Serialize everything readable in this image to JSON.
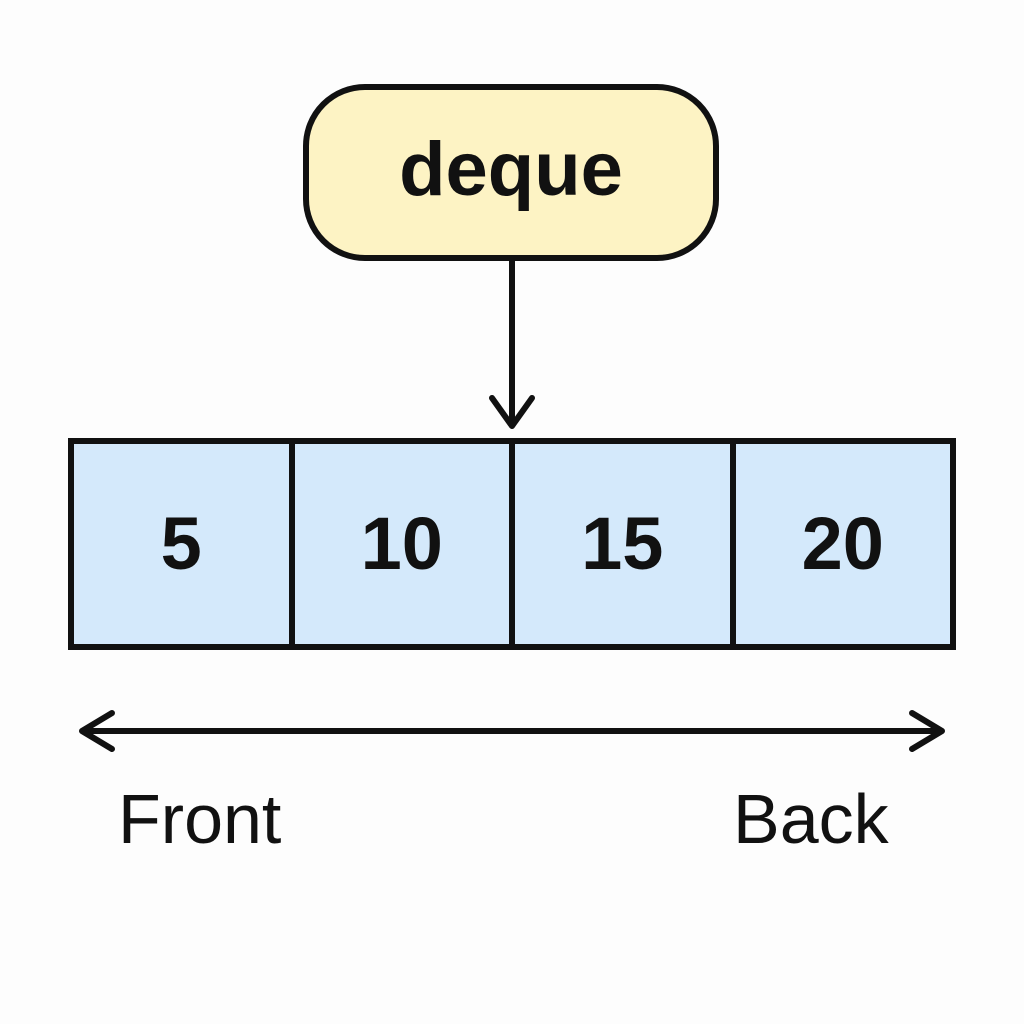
{
  "title": "deque",
  "elements": [
    {
      "value": "5"
    },
    {
      "value": "10"
    },
    {
      "value": "15"
    },
    {
      "value": "20"
    }
  ],
  "ends": {
    "front_label": "Front",
    "back_label": "Back"
  },
  "colors": {
    "title_fill": "#fdf3c4",
    "cell_fill": "#d4e9fb",
    "stroke": "#111111"
  }
}
